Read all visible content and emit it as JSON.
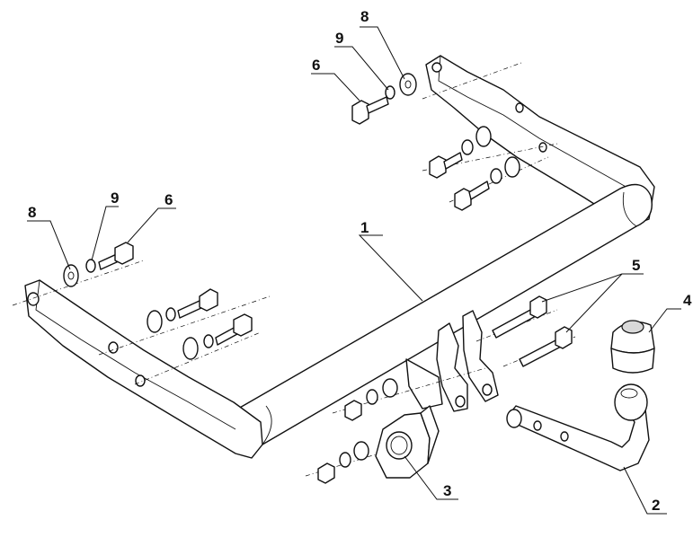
{
  "callouts": {
    "c1": "1",
    "c2": "2",
    "c3": "3",
    "c4": "4",
    "c5": "5",
    "c6_top": "6",
    "c6_left": "6",
    "c8_top": "8",
    "c8_left": "8",
    "c9_top": "9",
    "c9_left": "9"
  }
}
